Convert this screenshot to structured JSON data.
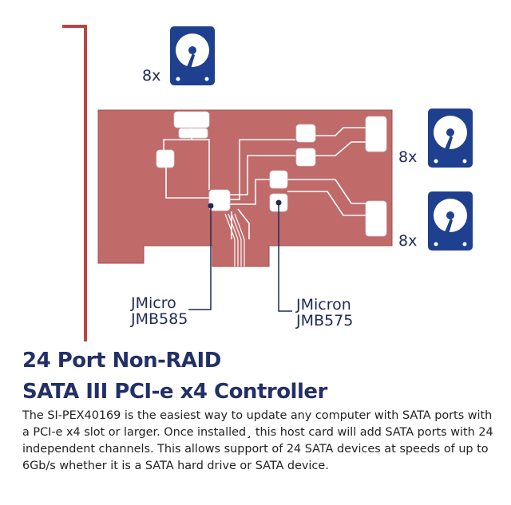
{
  "drives": {
    "top_count": "8x",
    "right_top_count": "8x",
    "right_bottom_count": "8x"
  },
  "chips": {
    "jmb585": {
      "line1": "JMicro",
      "line2": "JMB585"
    },
    "jmb575": {
      "line1": "JMicron",
      "line2": "JMB575"
    }
  },
  "heading": {
    "line1": "24 Port Non-RAID",
    "line2": "SATA III PCI-e x4 Controller"
  },
  "description": "The SI-PEX40169 is the easiest way to update any computer with SATA ports with a PCI-e x4 slot or larger. Once installed¸ this host card will add SATA ports with 24 independent channels. This allows support of 24 SATA devices at speeds of up to 6Gb/s whether it is a SATA hard drive or SATA device.",
  "colors": {
    "board": "#c06a6a",
    "bracket": "#b84545",
    "drive": "#1f3f8f",
    "text_dark": "#1f2a55",
    "title": "#233068"
  }
}
